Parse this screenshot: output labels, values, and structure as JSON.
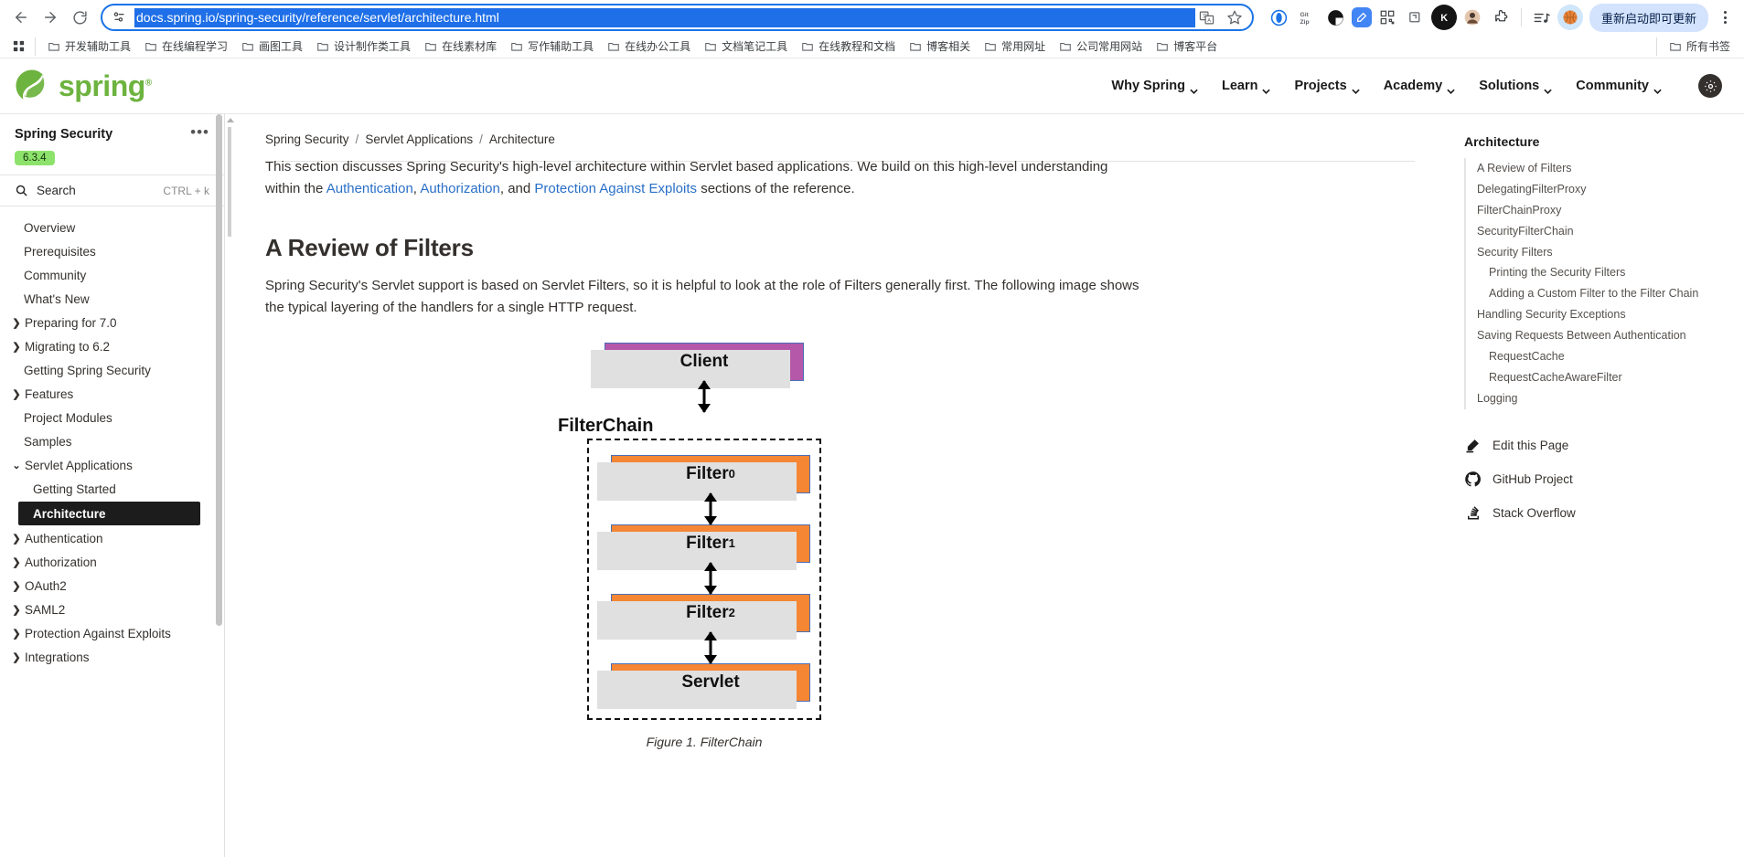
{
  "browser": {
    "back_icon": "back-arrow-icon",
    "forward_icon": "forward-arrow-icon",
    "reload_icon": "reload-icon",
    "url": "docs.spring.io/spring-security/reference/servlet/architecture.html",
    "site_info_icon": "site-settings-icon",
    "translate_icon": "translate-icon",
    "bookmark_icon": "star-icon",
    "update_button": "重新启动即可更新",
    "menu_icon": "kebab-menu-icon",
    "extensions": [
      {
        "name": "opera-extension-icon",
        "glyph": "◉",
        "color": "#1a73e8"
      },
      {
        "name": "gitzip-extension-icon",
        "glyph": "Git\nZip",
        "color": "#5f6368"
      },
      {
        "name": "dark-reader-extension-icon",
        "glyph": "◐",
        "color": "#141414"
      },
      {
        "name": "editor-extension-icon",
        "glyph": "✎",
        "color": "#ffffff"
      },
      {
        "name": "qrcode-extension-icon",
        "glyph": "▩",
        "color": "#3c4043"
      },
      {
        "name": "screenshot-extension-icon",
        "glyph": "▣",
        "color": "#5f6368"
      },
      {
        "name": "kuaidu-extension-icon",
        "glyph": "K",
        "color": "#ffffff"
      },
      {
        "name": "profile-avatar-icon",
        "glyph": "●",
        "color": "#8a6a52"
      },
      {
        "name": "puzzle-extensions-icon",
        "glyph": "🧩",
        "color": "#3c4043"
      },
      {
        "name": "media-playlist-icon",
        "glyph": "≡♪",
        "color": "#3c4043"
      },
      {
        "name": "basketball-extension-icon",
        "glyph": "●",
        "color": "#e8833a"
      }
    ]
  },
  "bookmarks": {
    "apps_icon": "apps-grid-icon",
    "items": [
      "开发辅助工具",
      "在线编程学习",
      "画图工具",
      "设计制作类工具",
      "在线素材库",
      "写作辅助工具",
      "在线办公工具",
      "文档笔记工具",
      "在线教程和文档",
      "博客相关",
      "常用网址",
      "公司常用网站",
      "博客平台"
    ],
    "all_bookmarks": "所有书签"
  },
  "site_header": {
    "logo_text": "spring",
    "logo_mark": "®",
    "nav": [
      {
        "label": "Why Spring",
        "has_caret": true
      },
      {
        "label": "Learn",
        "has_caret": true
      },
      {
        "label": "Projects",
        "has_caret": true
      },
      {
        "label": "Academy",
        "has_caret": true
      },
      {
        "label": "Solutions",
        "has_caret": true
      },
      {
        "label": "Community",
        "has_caret": true
      }
    ],
    "theme_toggle_icon": "theme-gear-icon"
  },
  "sidebar": {
    "project_title": "Spring Security",
    "version": "6.3.4",
    "more_icon": "more-options-icon",
    "search": {
      "icon": "search-icon",
      "label": "Search",
      "shortcut": "CTRL + k"
    },
    "items": [
      {
        "label": "Overview",
        "level": 1,
        "arrow": "none",
        "active": false
      },
      {
        "label": "Prerequisites",
        "level": 1,
        "arrow": "none",
        "active": false
      },
      {
        "label": "Community",
        "level": 1,
        "arrow": "none",
        "active": false
      },
      {
        "label": "What's New",
        "level": 1,
        "arrow": "none",
        "active": false
      },
      {
        "label": "Preparing for 7.0",
        "level": 1,
        "arrow": "collapsed",
        "active": false
      },
      {
        "label": "Migrating to 6.2",
        "level": 1,
        "arrow": "collapsed",
        "active": false
      },
      {
        "label": "Getting Spring Security",
        "level": 1,
        "arrow": "none",
        "active": false
      },
      {
        "label": "Features",
        "level": 1,
        "arrow": "collapsed",
        "active": false
      },
      {
        "label": "Project Modules",
        "level": 1,
        "arrow": "none",
        "active": false
      },
      {
        "label": "Samples",
        "level": 1,
        "arrow": "none",
        "active": false
      },
      {
        "label": "Servlet Applications",
        "level": 1,
        "arrow": "expanded",
        "active": false
      },
      {
        "label": "Getting Started",
        "level": 2,
        "arrow": "none",
        "active": false
      },
      {
        "label": "Architecture",
        "level": 2,
        "arrow": "none",
        "active": true
      },
      {
        "label": "Authentication",
        "level": 1,
        "arrow": "collapsed",
        "active": false
      },
      {
        "label": "Authorization",
        "level": 1,
        "arrow": "collapsed",
        "active": false
      },
      {
        "label": "OAuth2",
        "level": 1,
        "arrow": "collapsed",
        "active": false
      },
      {
        "label": "SAML2",
        "level": 1,
        "arrow": "collapsed",
        "active": false
      },
      {
        "label": "Protection Against Exploits",
        "level": 1,
        "arrow": "collapsed",
        "active": false
      },
      {
        "label": "Integrations",
        "level": 1,
        "arrow": "collapsed",
        "active": false
      }
    ]
  },
  "breadcrumb": {
    "items": [
      "Spring Security",
      "Servlet Applications",
      "Architecture"
    ],
    "separator": "/"
  },
  "content": {
    "intro_line1": "This section discusses Spring Security's high-level architecture within Servlet based applications. We build on this high-level understanding within the",
    "intro_link_1": "Authentication",
    "intro_comma": ",",
    "intro_link_2": "Authorization",
    "intro_and": ", and",
    "intro_link_3": "Protection Against Exploits",
    "intro_tail": "sections of the reference.",
    "heading": "A Review of Filters",
    "paragraph": "Spring Security's Servlet support is based on Servlet Filters, so it is helpful to look at the role of Filters generally first. The following image shows the typical layering of the handlers for a single HTTP request.",
    "figure_caption": "Figure 1. FilterChain"
  },
  "diagram": {
    "client_label": "Client",
    "chain_label": "FilterChain",
    "boxes": [
      {
        "label": "Filter",
        "subscript": "0",
        "kind": "filter"
      },
      {
        "label": "Filter",
        "subscript": "1",
        "kind": "filter"
      },
      {
        "label": "Filter",
        "subscript": "2",
        "kind": "filter"
      },
      {
        "label": "Servlet",
        "subscript": "",
        "kind": "filter"
      }
    ],
    "colors": {
      "client_fill": "#b558a9",
      "filter_fill": "#f58634",
      "box_border": "#4a6fb5",
      "shadow": "#e0e0e0",
      "dashed_border": "#111111"
    }
  },
  "toc": {
    "title": "Architecture",
    "items": [
      {
        "label": "A Review of Filters",
        "sub": false
      },
      {
        "label": "DelegatingFilterProxy",
        "sub": false
      },
      {
        "label": "FilterChainProxy",
        "sub": false
      },
      {
        "label": "SecurityFilterChain",
        "sub": false
      },
      {
        "label": "Security Filters",
        "sub": false
      },
      {
        "label": "Printing the Security Filters",
        "sub": true
      },
      {
        "label": "Adding a Custom Filter to the Filter Chain",
        "sub": true
      },
      {
        "label": "Handling Security Exceptions",
        "sub": false
      },
      {
        "label": "Saving Requests Between Authentication",
        "sub": false
      },
      {
        "label": "RequestCache",
        "sub": true
      },
      {
        "label": "RequestCacheAwareFilter",
        "sub": true
      },
      {
        "label": "Logging",
        "sub": false
      }
    ],
    "links": [
      {
        "label": "Edit this Page",
        "icon": "pencil-icon"
      },
      {
        "label": "GitHub Project",
        "icon": "github-icon"
      },
      {
        "label": "Stack Overflow",
        "icon": "stack-overflow-icon"
      }
    ]
  }
}
